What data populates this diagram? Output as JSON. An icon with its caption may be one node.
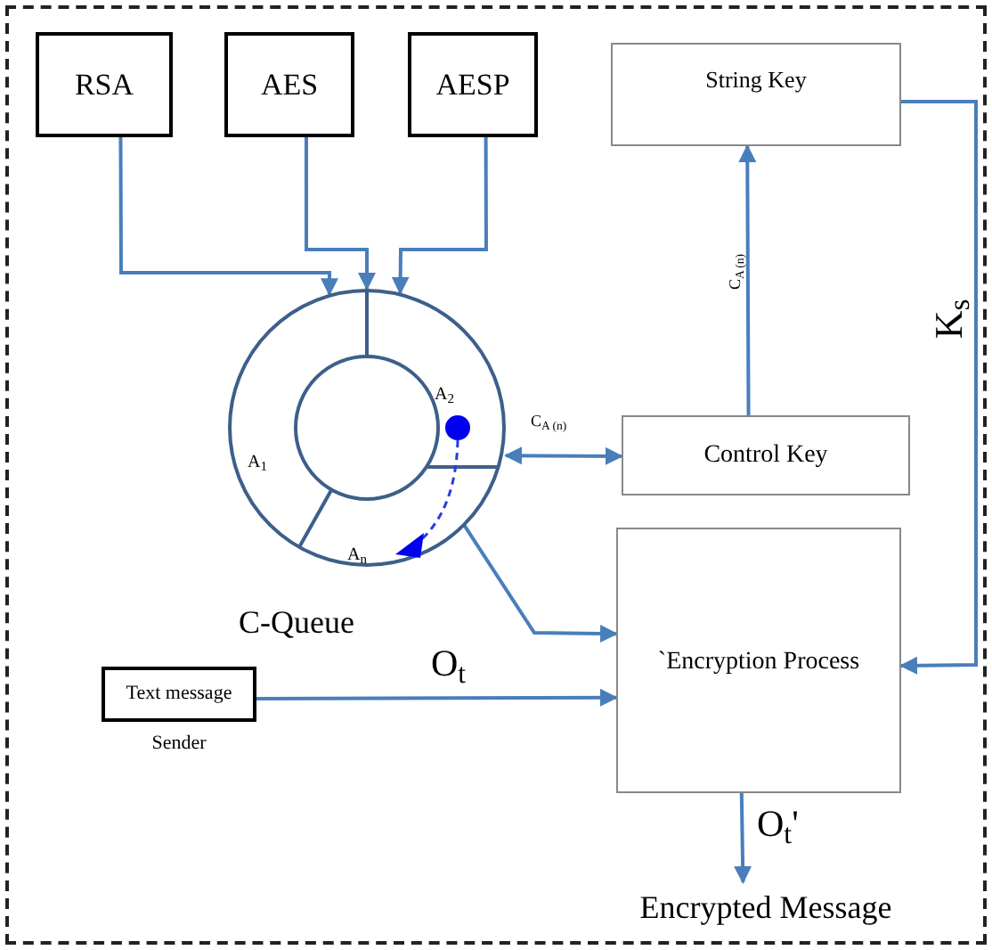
{
  "diagram": {
    "nodes": [
      {
        "text": [
          "RSA"
        ]
      },
      {
        "text": [
          "AES"
        ]
      },
      {
        "text": [
          "AESP"
        ]
      },
      {
        "text": [
          "String Key"
        ]
      },
      {
        "text": [
          "C-Queue"
        ]
      },
      {
        "text": [
          "Control Key"
        ]
      },
      {
        "text": [
          "`Encryption Process"
        ]
      },
      {
        "text": [
          "Text message"
        ],
        "beside": [
          "Sender"
        ]
      },
      {
        "text": [
          "Encrypted Message"
        ]
      }
    ],
    "edges": [
      {
        "from": 0,
        "to": 4,
        "arrow": "to"
      },
      {
        "from": 1,
        "to": 4,
        "arrow": "to"
      },
      {
        "from": 2,
        "to": 4,
        "arrow": "to"
      },
      {
        "from": 4,
        "to": 5,
        "arrow": "both",
        "label": "C$_{A (n)}$"
      },
      {
        "from": 5,
        "to": 3,
        "arrow": "to",
        "label": "C$_{A (n)}$"
      },
      {
        "from": 3,
        "to": 6,
        "arrow": "to",
        "label": "K$_{s}$"
      },
      {
        "from": 4,
        "to": 6,
        "arrow": "to"
      },
      {
        "from": 7,
        "to": 6,
        "arrow": "to",
        "label": "O$_{t}$"
      },
      {
        "from": 6,
        "to": 8,
        "arrow": "to",
        "label": "O$_{t}$'"
      }
    ],
    "labels": [
      "A$_{1}$",
      "A$_{2}$",
      "A$_{n}$"
    ]
  }
}
